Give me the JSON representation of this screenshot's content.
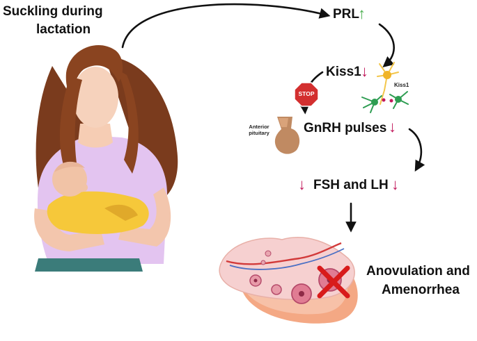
{
  "title": {
    "line1": "Suckling during",
    "line2": "lactation"
  },
  "nodes": {
    "prl": "PRL",
    "kiss1": "Kiss1",
    "kiss1_neuron": "Kiss1",
    "stop_sign": "STOP",
    "anterior_pituitary_line1": "Anterior",
    "anterior_pituitary_line2": "pituitary",
    "gnrh": "GnRH pulses",
    "fsh_lh": "FSH and LH",
    "outcome_line1": "Anovulation and",
    "outcome_line2": "Amenorrhea"
  },
  "indicators": {
    "prl": "up",
    "kiss1": "down",
    "gnrh": "down",
    "fsh_lh_left": "down",
    "fsh_lh_right": "down"
  },
  "colors": {
    "up": "#4caf50",
    "down": "#c2185b",
    "stop": "#d32f2f",
    "cross": "#d81b1b",
    "connector": "#111111"
  }
}
